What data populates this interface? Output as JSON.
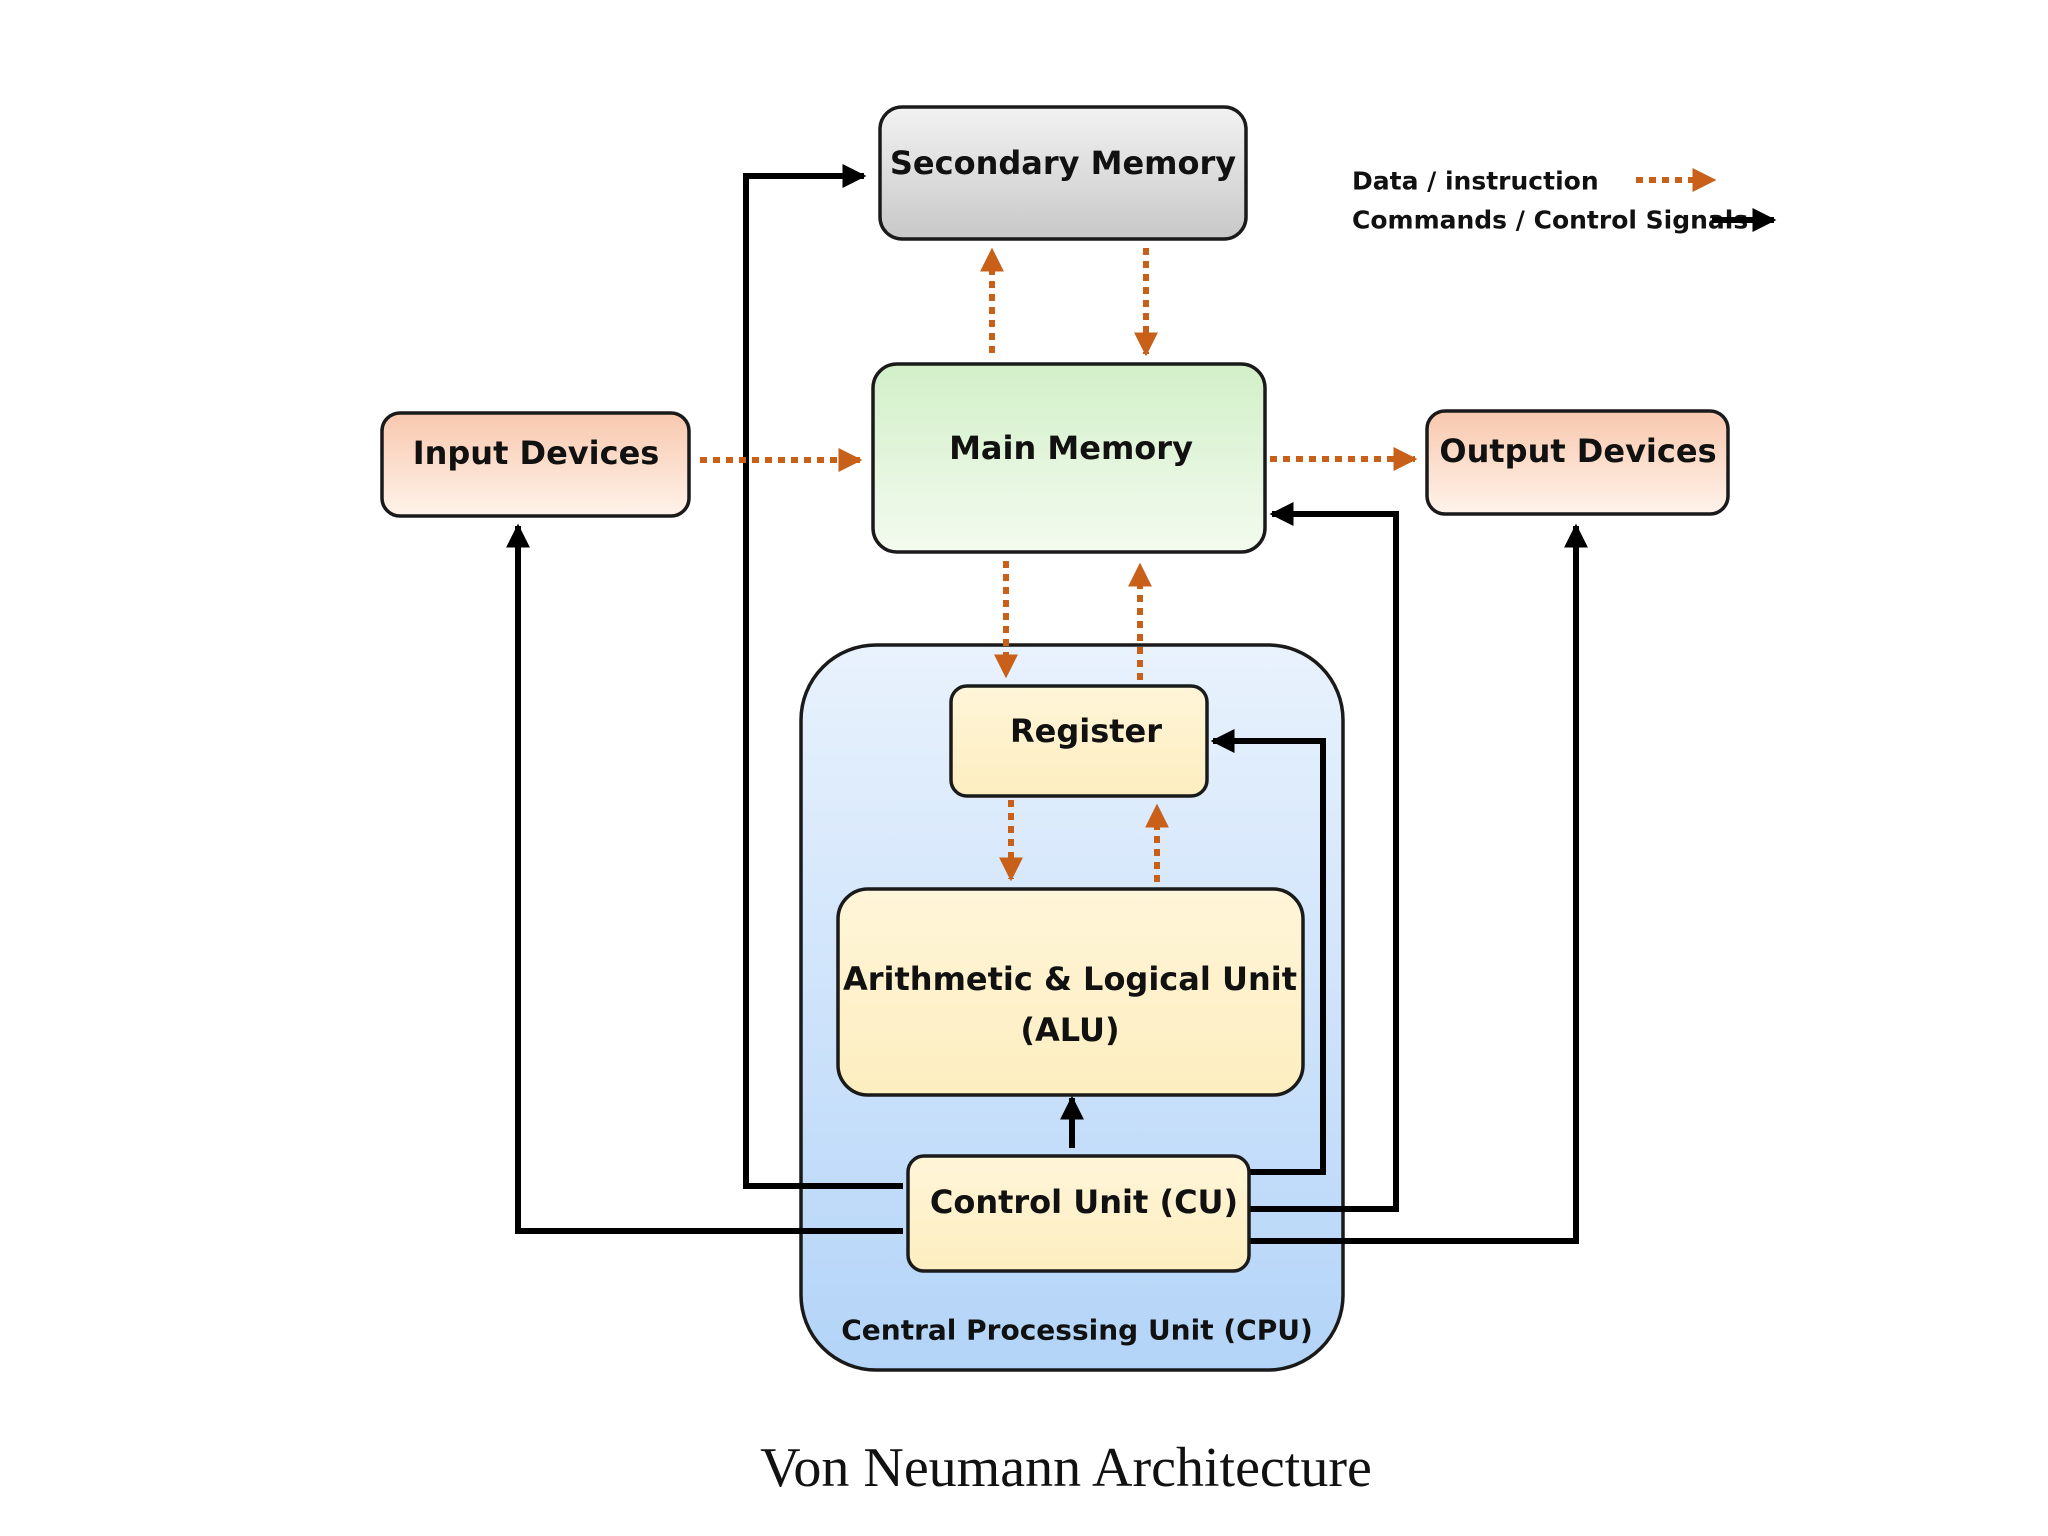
{
  "caption": "Von Neumann Architecture",
  "legend": {
    "data_label": "Data / instruction",
    "control_label": "Commands / Control Signals"
  },
  "boxes": {
    "secondary_memory": "Secondary Memory",
    "main_memory": "Main Memory",
    "input_devices": "Input Devices",
    "output_devices": "Output Devices",
    "register": "Register",
    "alu_line1": "Arithmetic & Logical Unit",
    "alu_line2": "(ALU)",
    "control_unit": "Control Unit (CU)",
    "cpu": "Central Processing Unit (CPU)"
  },
  "colors": {
    "data_arrow": "#c8601a",
    "control_arrow": "#000000",
    "secondary_memory_fill": "#d4d4d4",
    "main_memory_fill": "#d9f2d0",
    "io_fill": "#fbd3bd",
    "cpu_fill": "#c8ddf7",
    "unit_fill": "#fff1c8"
  }
}
